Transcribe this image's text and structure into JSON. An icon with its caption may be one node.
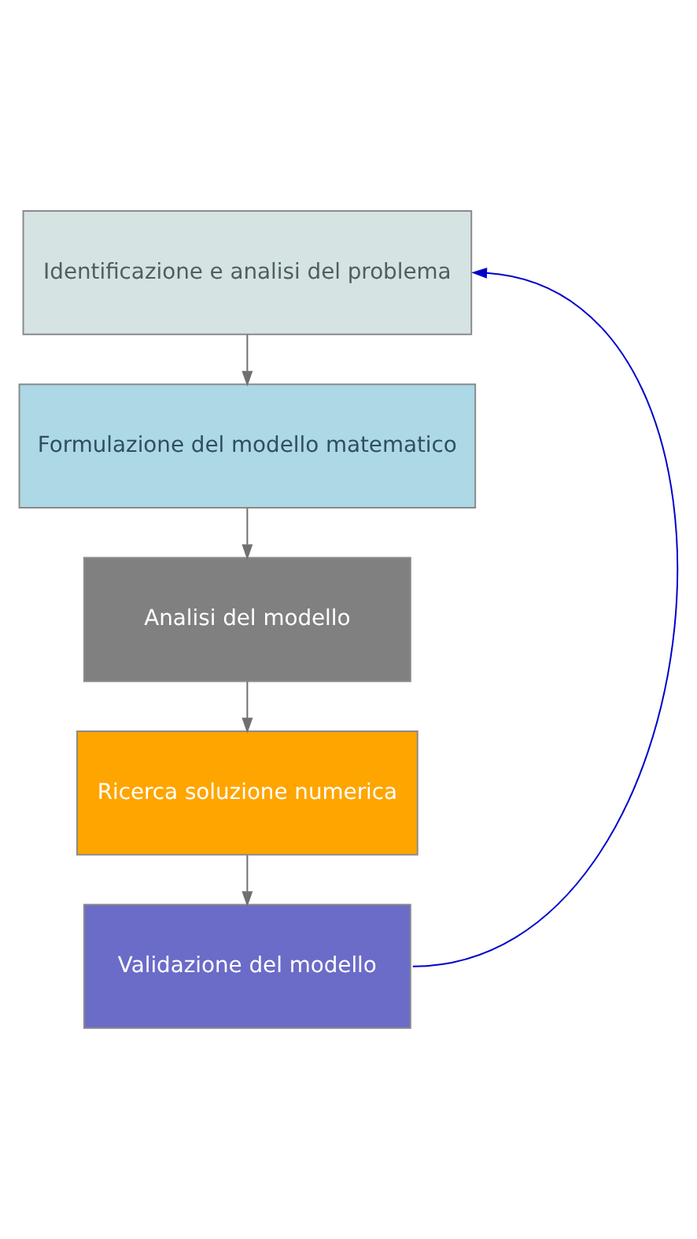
{
  "diagram": {
    "nodes": [
      {
        "text": [
          "Identificazione e analisi del problema"
        ]
      },
      {
        "text": [
          "Formulazione del modello matematico"
        ]
      },
      {
        "text": [
          "Analisi del modello"
        ]
      },
      {
        "text": [
          "Ricerca soluzione numerica"
        ]
      },
      {
        "text": [
          "Validazione del modello"
        ]
      }
    ],
    "edges": [
      {
        "from": 0,
        "to": 1,
        "arrow": "to"
      },
      {
        "from": 1,
        "to": 2,
        "arrow": "to"
      },
      {
        "from": 2,
        "to": 3,
        "arrow": "to"
      },
      {
        "from": 3,
        "to": 4,
        "arrow": "to"
      },
      {
        "from": 4,
        "to": 0,
        "arrow": "to",
        "color": "#0000cc"
      }
    ]
  }
}
